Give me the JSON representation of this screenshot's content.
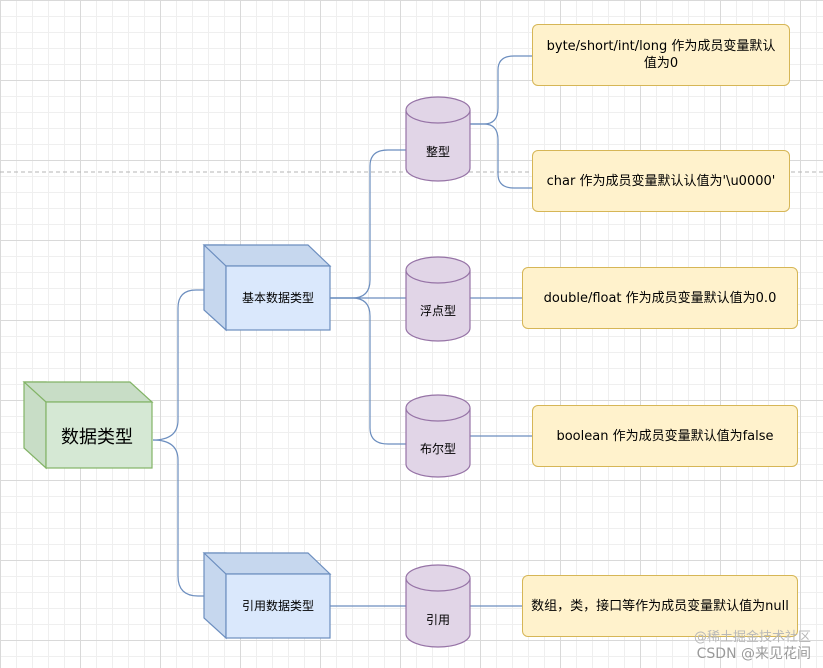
{
  "colors": {
    "root_fill": "#d5e8d4",
    "root_stroke": "#82b366",
    "cat_fill": "#dae8fc",
    "cat_stroke": "#6c8ebf",
    "cyl_fill": "#e1d5e7",
    "cyl_stroke": "#9673a6",
    "note_fill": "#fff2cc",
    "note_stroke": "#d6b656",
    "edge": "#6c8ebf"
  },
  "root": {
    "label": "数据类型"
  },
  "categories": {
    "basic": {
      "label": "基本数据类型"
    },
    "reference": {
      "label": "引用数据类型"
    }
  },
  "types": {
    "integer": {
      "label": "整型"
    },
    "float": {
      "label": "浮点型"
    },
    "boolean": {
      "label": "布尔型"
    },
    "reference": {
      "label": "引用"
    }
  },
  "notes": {
    "integer_long": "byte/short/int/long 作为成员变量默认值为0",
    "char": "char 作为成员变量默认认值为'\\u0000'",
    "float": "double/float 作为成员变量默认值为0.0",
    "boolean": "boolean 作为成员变量默认值为false",
    "reference": "数组，类，接口等作为成员变量默认值为null"
  },
  "watermark": {
    "line1": "@稀土掘金技术社区",
    "line2": "CSDN @来见花间"
  }
}
